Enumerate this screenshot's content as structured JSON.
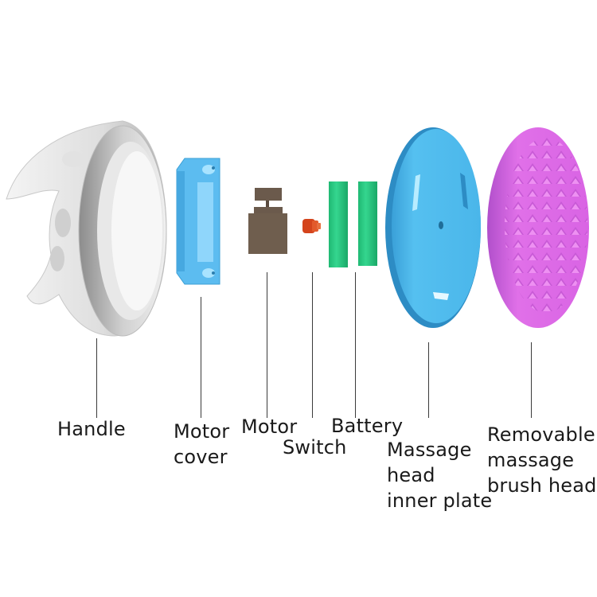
{
  "diagram": {
    "type": "exploded-view",
    "subject": "handheld massage brush",
    "colors": {
      "handle": "#e8e8e8",
      "handle_shadow": "#9a9a9a",
      "motor_cover": "#5cbcf0",
      "motor": "#6b5a4c",
      "switch": "#d4441c",
      "battery": "#22c77f",
      "inner_plate": "#4ab6ea",
      "brush_head": "#e070e8",
      "leader_line": "#3a3a3a",
      "label_text": "#1a1a1a"
    },
    "parts": [
      {
        "id": "handle",
        "label": "Handle"
      },
      {
        "id": "motor-cover",
        "label": "Motor\ncover"
      },
      {
        "id": "motor",
        "label": "Motor"
      },
      {
        "id": "switch",
        "label": "Switch"
      },
      {
        "id": "battery",
        "label": "Battery"
      },
      {
        "id": "inner-plate",
        "label": "Massage\nhead\ninner plate"
      },
      {
        "id": "brush-head",
        "label": "Removable\nmassage\nbrush head"
      }
    ]
  }
}
